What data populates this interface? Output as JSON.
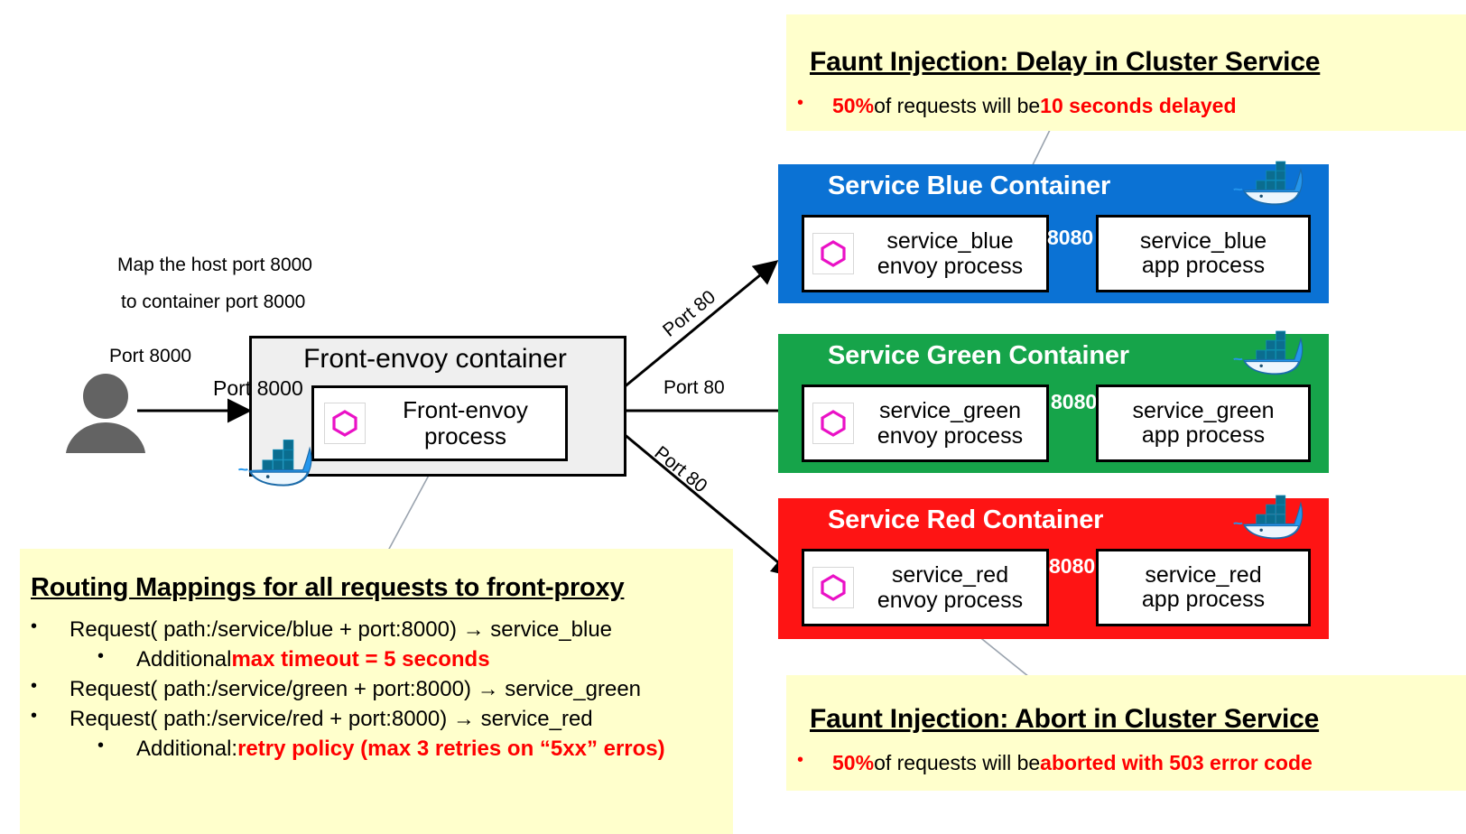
{
  "callouts": {
    "delay": {
      "title": "Faunt Injection: Delay in Cluster Service",
      "bullet": {
        "pct": "50%",
        "mid": " of requests will be ",
        "tail": "10 seconds delayed"
      }
    },
    "abort": {
      "title": "Faunt Injection: Abort in Cluster Service",
      "bullet": {
        "pct": "50%",
        "mid": " of requests will be ",
        "tail": "aborted with 503 error code"
      }
    },
    "routing": {
      "title": "Routing Mappings for all requests to front-proxy",
      "lines": [
        {
          "level": 1,
          "text": "Request( path:/service/blue + port:8000) →  service_blue"
        },
        {
          "level": 2,
          "text": "Additional ",
          "red": "max timeout = 5 seconds"
        },
        {
          "level": 1,
          "text": "Request( path:/service/green + port:8000) →  service_green"
        },
        {
          "level": 1,
          "text": "Request( path:/service/red + port:8000) →  service_red"
        },
        {
          "level": 2,
          "text": "Additional: ",
          "red": "retry policy (max 3 retries on “5xx” erros)"
        }
      ]
    }
  },
  "client": {
    "port_label": "Port 8000",
    "note_line1": "Map the host port 8000",
    "note_line2": "to container port 8000"
  },
  "front": {
    "title": "Front-envoy container",
    "port_label": "Port 8000",
    "process_line1": "Front-envoy",
    "process_line2": "process"
  },
  "edges": {
    "blue": "Port 80",
    "green": "Port 80",
    "red": "Port 80"
  },
  "services": [
    {
      "key": "blue",
      "title": "Service Blue Container",
      "color": "#0b72d4",
      "envoy_line1": "service_blue",
      "envoy_line2": "envoy process",
      "app_line1": "service_blue",
      "app_line2": "app process",
      "inner_port": "8080"
    },
    {
      "key": "green",
      "title": "Service Green Container",
      "color": "#16a44a",
      "envoy_line1": "service_green",
      "envoy_line2": "envoy process",
      "app_line1": "service_green",
      "app_line2": "app process",
      "inner_port": "8080"
    },
    {
      "key": "red",
      "title": "Service Red Container",
      "color": "#fe1414",
      "envoy_line1": "service_red",
      "envoy_line2": "envoy process",
      "app_line1": "service_red",
      "app_line2": "app process",
      "inner_port": "8080"
    }
  ],
  "colors": {
    "callout_bg": "#ffffcc",
    "accent_red": "#ff0000",
    "envoy_pink": "#ea11c6",
    "docker_blue": "#2496ed",
    "person_gray": "#636363"
  },
  "icons": {
    "envoy": "envoy-hexagon-icon",
    "docker": "docker-whale-icon",
    "person": "person-icon"
  }
}
